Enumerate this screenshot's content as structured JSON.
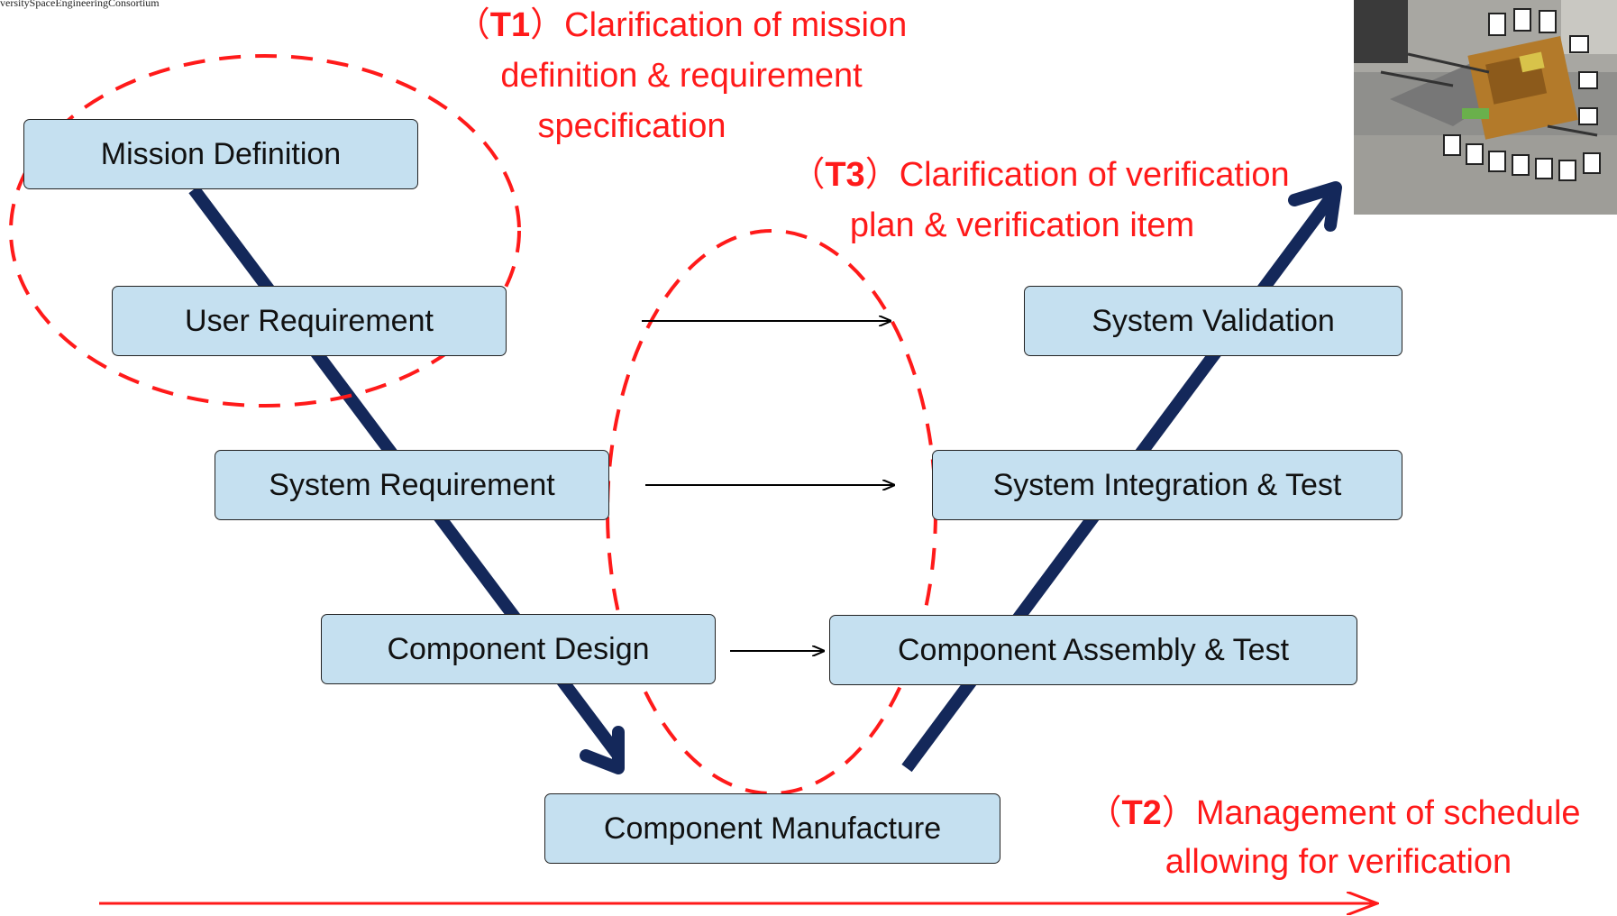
{
  "header": {
    "organization": "versitySpaceEngineeringConsortium"
  },
  "left_boxes": [
    {
      "label": "Mission Definition"
    },
    {
      "label": "User Requirement"
    },
    {
      "label": "System Requirement"
    },
    {
      "label": "Component Design"
    }
  ],
  "bottom_box": {
    "label": "Component Manufacture"
  },
  "right_boxes": [
    {
      "label": "System Validation"
    },
    {
      "label": "System Integration & Test"
    },
    {
      "label": "Component Assembly & Test"
    }
  ],
  "annotations": {
    "t1": {
      "tag": "T1",
      "line1": "Clarification of mission",
      "line2": "definition & requirement",
      "line3": "specification"
    },
    "t3": {
      "tag": "T3",
      "line1": "Clarification of verification",
      "line2": "plan & verification item"
    },
    "t2": {
      "tag": "T2",
      "line1": "Management of schedule",
      "line2": "allowing for verification"
    }
  },
  "photo": {
    "subject": "rover-robot-photo"
  },
  "colors": {
    "box_fill": "#c5e0f0",
    "v_arrow": "#14285a",
    "annotation_red": "#ff1a1a",
    "connector": "#000000"
  }
}
